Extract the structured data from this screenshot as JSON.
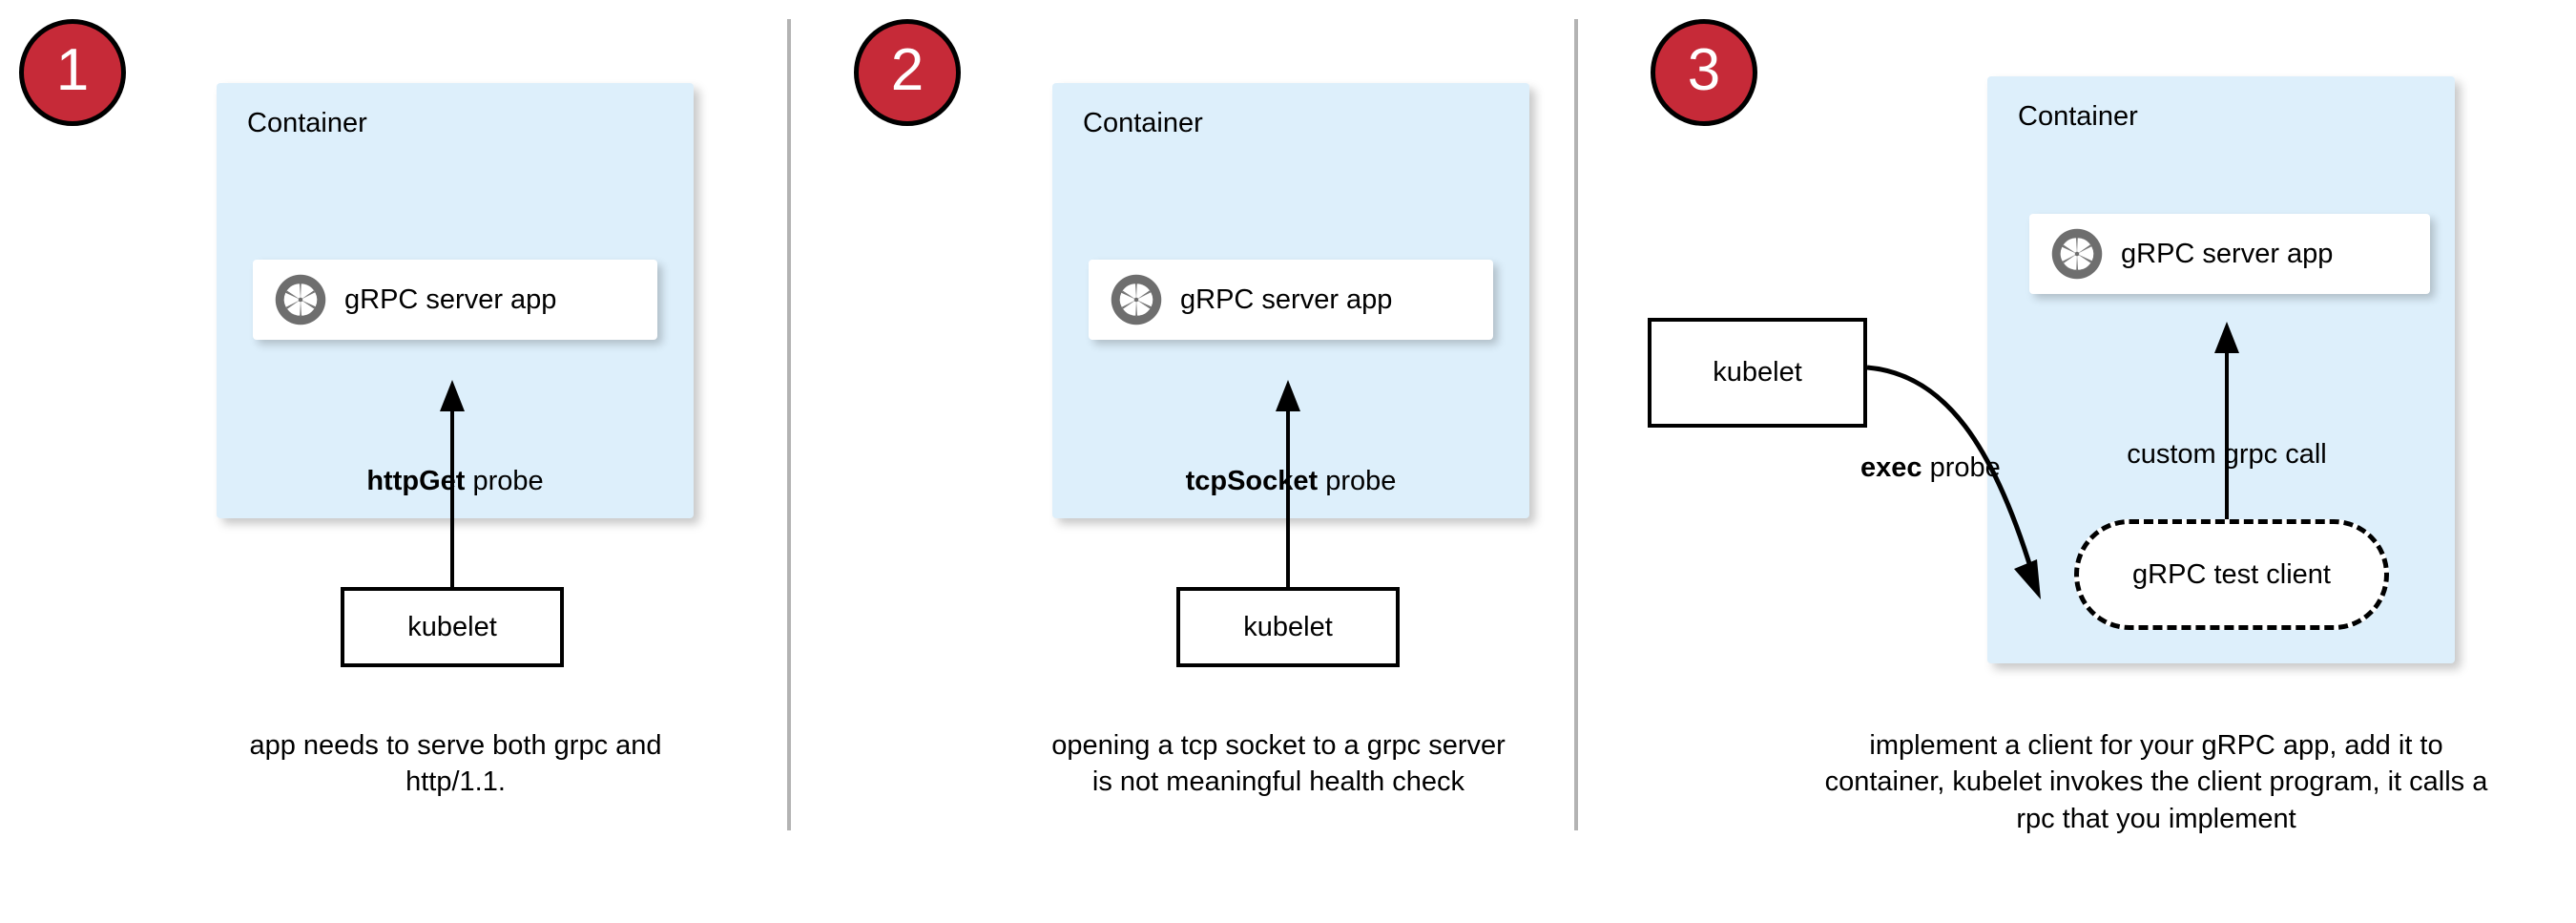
{
  "figure": {
    "title": "gRPC health check probe approaches",
    "background": "#ffffff",
    "colors": {
      "badge_fill": "#c62a38",
      "badge_border": "#000000",
      "badge_text": "#ffffff",
      "container_fill": "#ddeffb",
      "card_fill": "#ffffff",
      "stroke": "#000000",
      "divider": "#b3b3b3",
      "grpc_icon": "#6e6e6e"
    }
  },
  "panels": [
    {
      "id": "panel-1",
      "badge_number": "1",
      "container_label": "Container",
      "app_label": "gRPC server app",
      "app_icon": "grpc-aperture-icon",
      "probe_label_bold": "httpGet",
      "probe_label_rest": " probe",
      "kubelet_label": "kubelet",
      "caption": "app needs to serve both grpc and http/1.1."
    },
    {
      "id": "panel-2",
      "badge_number": "2",
      "container_label": "Container",
      "app_label": "gRPC server app",
      "app_icon": "grpc-aperture-icon",
      "probe_label_bold": "tcpSocket",
      "probe_label_rest": " probe",
      "kubelet_label": "kubelet",
      "caption": "opening a tcp socket to a grpc server is not meaningful health check"
    },
    {
      "id": "panel-3",
      "badge_number": "3",
      "container_label": "Container",
      "app_label": "gRPC server app",
      "app_icon": "grpc-aperture-icon",
      "probe_label_bold": "exec",
      "probe_label_rest": " probe",
      "call_label": "custom grpc call",
      "kubelet_label": "kubelet",
      "test_client_label": "gRPC test client",
      "caption": "implement a client for your gRPC app, add it to container, kubelet invokes the client program, it calls a rpc that you implement"
    }
  ]
}
